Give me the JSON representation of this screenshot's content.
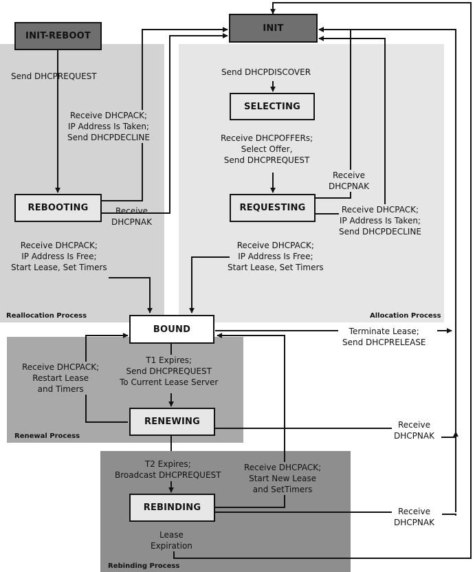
{
  "states": {
    "init_reboot": "INIT-REBOOT",
    "init": "INIT",
    "selecting": "SELECTING",
    "requesting": "REQUESTING",
    "rebooting": "REBOOTING",
    "bound": "BOUND",
    "renewing": "RENEWING",
    "rebinding": "REBINDING"
  },
  "regions": {
    "reallocation": "Reallocation Process",
    "allocation": "Allocation Process",
    "renewal": "Renewal Process",
    "rebinding": "Rebinding Process"
  },
  "labels": {
    "send_dhcprequest": "Send DHCPREQUEST",
    "send_dhcpdiscover": "Send DHCPDISCOVER",
    "reboot_decline": [
      "Receive DHCPACK;",
      "IP Address Is Taken;",
      "Send DHCPDECLINE"
    ],
    "offers": [
      "Receive DHCPOFFERs;",
      "Select Offer,",
      "Send DHCPREQUEST"
    ],
    "req_nak": [
      "Receive",
      "DHCPNAK"
    ],
    "rebooting_nak": [
      "Receive",
      "DHCPNAK"
    ],
    "req_decline": [
      "Receive DHCPACK;",
      "IP Address Is Taken;",
      "Send DHCPDECLINE"
    ],
    "reboot_free": [
      "Receive DHCPACK;",
      "IP Address Is Free;",
      "Start Lease, Set Timers"
    ],
    "req_free": [
      "Receive DHCPACK;",
      "IP Address Is Free;",
      "Start Lease, Set Timers"
    ],
    "terminate": [
      "Terminate Lease;",
      "Send DHCPRELEASE"
    ],
    "renew_ack": [
      "Receive DHCPACK;",
      "Restart Lease",
      "and Timers"
    ],
    "t1": [
      "T1 Expires;",
      "Send DHCPREQUEST",
      "To Current Lease Server"
    ],
    "renew_nak": [
      "Receive",
      "DHCPNAK"
    ],
    "t2": [
      "T2 Expires;",
      "Broadcast DHCPREQUEST"
    ],
    "rebind_ack": [
      "Receive DHCPACK;",
      "Start New Lease",
      "and SetTimers"
    ],
    "rebind_nak": [
      "Receive",
      "DHCPNAK"
    ],
    "expiration": [
      "Lease",
      "Expiration"
    ]
  },
  "colors": {
    "reallocation_region": "#d3d3d3",
    "allocation_region": "#e6e6e6",
    "renewal_region": "#a9a9a9",
    "rebinding_region": "#8e8e8e",
    "dark_state": "#6f6f6f",
    "light_state": "#e7e7e7",
    "line": "#111111"
  }
}
